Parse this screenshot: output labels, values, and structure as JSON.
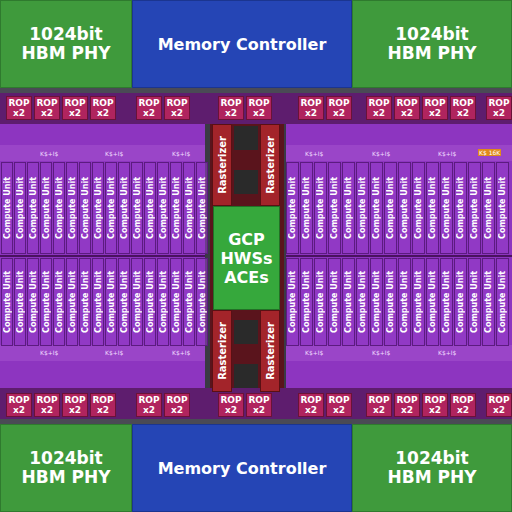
{
  "diagram": {
    "nodes": [
      {
        "text": [
          "1024bit HBM PHY"
        ]
      },
      {
        "text": [
          "Memory Controller"
        ]
      },
      {
        "text": [
          "1024bit HBM PHY"
        ]
      },
      {
        "text": [
          "ROP x2"
        ]
      },
      {
        "text": [
          "ROP x2"
        ]
      },
      {
        "text": [
          "ROP x2"
        ]
      },
      {
        "text": [
          "ROP x2"
        ]
      },
      {
        "text": [
          "ROP x2"
        ]
      },
      {
        "text": [
          "ROP x2"
        ]
      },
      {
        "text": [
          "ROP x2"
        ]
      },
      {
        "text": [
          "ROP x2"
        ]
      },
      {
        "text": [
          "ROP x2"
        ]
      },
      {
        "text": [
          "ROP x2"
        ]
      },
      {
        "text": [
          "ROP x2"
        ]
      },
      {
        "text": [
          "ROP x2"
        ]
      },
      {
        "text": [
          "ROP x2"
        ]
      },
      {
        "text": [
          "ROP x2"
        ]
      },
      {
        "text": [
          "ROP x2"
        ]
      },
      {
        "text": [
          "Rasterizer"
        ]
      },
      {
        "text": [
          "Rasterizer"
        ]
      },
      {
        "text": [
          "Compute Unit"
        ]
      },
      {
        "text": [
          "Compute Unit"
        ]
      },
      {
        "text": [
          "Compute Unit"
        ]
      },
      {
        "text": [
          "Compute Unit"
        ]
      },
      {
        "text": [
          "Compute Unit"
        ]
      },
      {
        "text": [
          "Compute Unit"
        ]
      },
      {
        "text": [
          "Compute Unit"
        ]
      },
      {
        "text": [
          "Compute Unit"
        ]
      },
      {
        "text": [
          "Compute Unit"
        ]
      },
      {
        "text": [
          "Compute Unit"
        ]
      },
      {
        "text": [
          "Compute Unit"
        ]
      },
      {
        "text": [
          "Compute Unit"
        ]
      },
      {
        "text": [
          "Compute Unit"
        ]
      },
      {
        "text": [
          "Compute Unit"
        ]
      },
      {
        "text": [
          "Compute Unit"
        ]
      },
      {
        "text": [
          "Compute Unit"
        ]
      },
      {
        "text": [
          "Compute Unit"
        ]
      },
      {
        "text": [
          "Compute Unit"
        ]
      },
      {
        "text": [
          "Compute Unit"
        ]
      },
      {
        "text": [
          "Compute Unit"
        ]
      },
      {
        "text": [
          "Compute Unit"
        ]
      },
      {
        "text": [
          "Compute Unit"
        ]
      },
      {
        "text": [
          "Compute Unit"
        ]
      },
      {
        "text": [
          "Compute Unit"
        ]
      },
      {
        "text": [
          "Compute Unit"
        ]
      },
      {
        "text": [
          "Compute Unit"
        ]
      },
      {
        "text": [
          "Compute Unit"
        ]
      },
      {
        "text": [
          "Compute Unit"
        ]
      },
      {
        "text": [
          "Compute Unit"
        ]
      },
      {
        "text": [
          "Compute Unit"
        ]
      },
      {
        "text": [
          "Compute Unit"
        ]
      },
      {
        "text": [
          "Compute Unit"
        ]
      },
      {
        "text": [
          "GCP HWSs ACEs"
        ]
      },
      {
        "text": [
          "Compute Unit"
        ]
      },
      {
        "text": [
          "Compute Unit"
        ]
      },
      {
        "text": [
          "Compute Unit"
        ]
      },
      {
        "text": [
          "Compute Unit"
        ]
      },
      {
        "text": [
          "Compute Unit"
        ]
      },
      {
        "text": [
          "Compute Unit"
        ]
      },
      {
        "text": [
          "Compute Unit"
        ]
      },
      {
        "text": [
          "Compute Unit"
        ]
      },
      {
        "text": [
          "Compute Unit"
        ]
      },
      {
        "text": [
          "Compute Unit"
        ]
      },
      {
        "text": [
          "Compute Unit"
        ]
      },
      {
        "text": [
          "Compute Unit"
        ]
      },
      {
        "text": [
          "Compute Unit"
        ]
      },
      {
        "text": [
          "Compute Unit"
        ]
      },
      {
        "text": [
          "Compute Unit"
        ]
      },
      {
        "text": [
          "Compute Unit"
        ]
      },
      {
        "text": [
          "Compute Unit"
        ]
      },
      {
        "text": [
          "Compute Unit"
        ]
      },
      {
        "text": [
          "Compute Unit"
        ]
      },
      {
        "text": [
          "Compute Unit"
        ]
      },
      {
        "text": [
          "Compute Unit"
        ]
      },
      {
        "text": [
          "Compute Unit"
        ]
      },
      {
        "text": [
          "Compute Unit"
        ]
      },
      {
        "text": [
          "Compute Unit"
        ]
      },
      {
        "text": [
          "Compute Unit"
        ]
      },
      {
        "text": [
          "Compute Unit"
        ]
      },
      {
        "text": [
          "Compute Unit"
        ]
      },
      {
        "text": [
          "Compute Unit"
        ]
      },
      {
        "text": [
          "Compute Unit"
        ]
      },
      {
        "text": [
          "Compute Unit"
        ]
      },
      {
        "text": [
          "Compute Unit"
        ]
      },
      {
        "text": [
          "Compute Unit"
        ]
      },
      {
        "text": [
          "Rasterizer"
        ]
      },
      {
        "text": [
          "Rasterizer"
        ]
      },
      {
        "text": [
          "ROP x2"
        ]
      },
      {
        "text": [
          "ROP x2"
        ]
      },
      {
        "text": [
          "ROP x2"
        ]
      },
      {
        "text": [
          "ROP x2"
        ]
      },
      {
        "text": [
          "ROP x2"
        ]
      },
      {
        "text": [
          "ROP x2"
        ]
      },
      {
        "text": [
          "ROP x2"
        ]
      },
      {
        "text": [
          "ROP x2"
        ]
      },
      {
        "text": [
          "ROP x2"
        ]
      },
      {
        "text": [
          "ROP x2"
        ]
      },
      {
        "text": [
          "ROP x2"
        ]
      },
      {
        "text": [
          "ROP x2"
        ]
      },
      {
        "text": [
          "ROP x2"
        ]
      },
      {
        "text": [
          "ROP x2"
        ]
      },
      {
        "text": [
          "ROP x2"
        ]
      },
      {
        "text": [
          "1024bit HBM PHY"
        ]
      },
      {
        "text": [
          "Memory Controller"
        ]
      },
      {
        "text": [
          "1024bit HBM PHY"
        ]
      }
    ],
    "labels": [
      "K$+I$",
      "K$+I$",
      "K$+I$",
      "K$+I$",
      "K$+I$",
      "K$+I$",
      "K$ 16K",
      "K$+I$",
      "K$+I$",
      "K$+I$",
      "K$+I$",
      "K$+I$",
      "K$+I$"
    ]
  }
}
